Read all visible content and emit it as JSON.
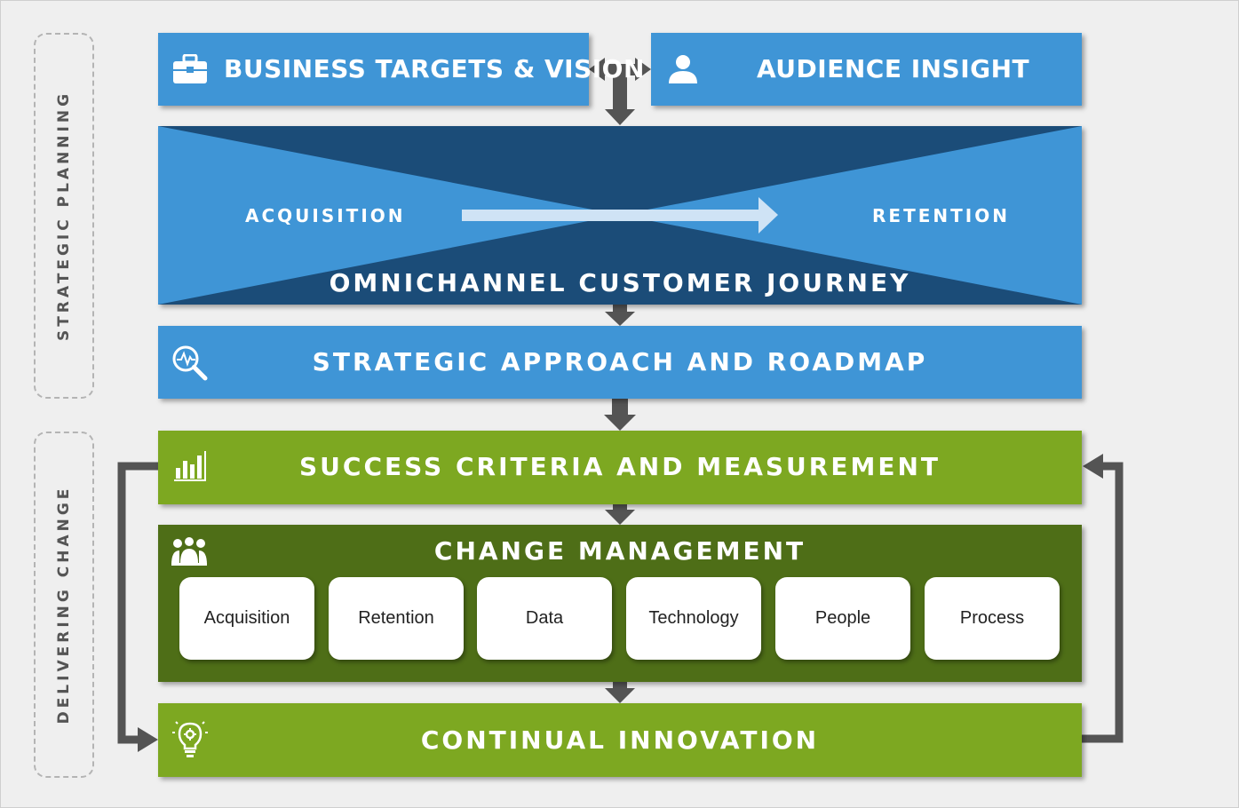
{
  "side_labels": {
    "planning": "STRATEGIC PLANNING",
    "delivering": "DELIVERING CHANGE"
  },
  "boxes": {
    "business_targets": "BUSINESS TARGETS & VISION",
    "audience_insight": "AUDIENCE INSIGHT",
    "journey": {
      "acquisition": "ACQUISITION",
      "retention": "RETENTION",
      "title": "OMNICHANNEL CUSTOMER JOURNEY"
    },
    "strategic_approach": "STRATEGIC APPROACH AND ROADMAP",
    "success_criteria": "SUCCESS CRITERIA AND MEASUREMENT",
    "change_management": {
      "title": "CHANGE MANAGEMENT",
      "items": [
        "Acquisition",
        "Retention",
        "Data",
        "Technology",
        "People",
        "Process"
      ]
    },
    "continual_innovation": "CONTINUAL INNOVATION"
  },
  "icons": {
    "business_targets": "briefcase-icon",
    "audience_insight": "person-icon",
    "strategic_approach": "magnifier-pulse-icon",
    "success_criteria": "bar-chart-icon",
    "change_management": "group-icon",
    "continual_innovation": "lightbulb-gear-icon"
  },
  "colors": {
    "blue": "#3f95d6",
    "dark_blue": "#1b4c78",
    "green": "#7da821",
    "dark_green": "#4e6e17",
    "connector": "#545454"
  }
}
